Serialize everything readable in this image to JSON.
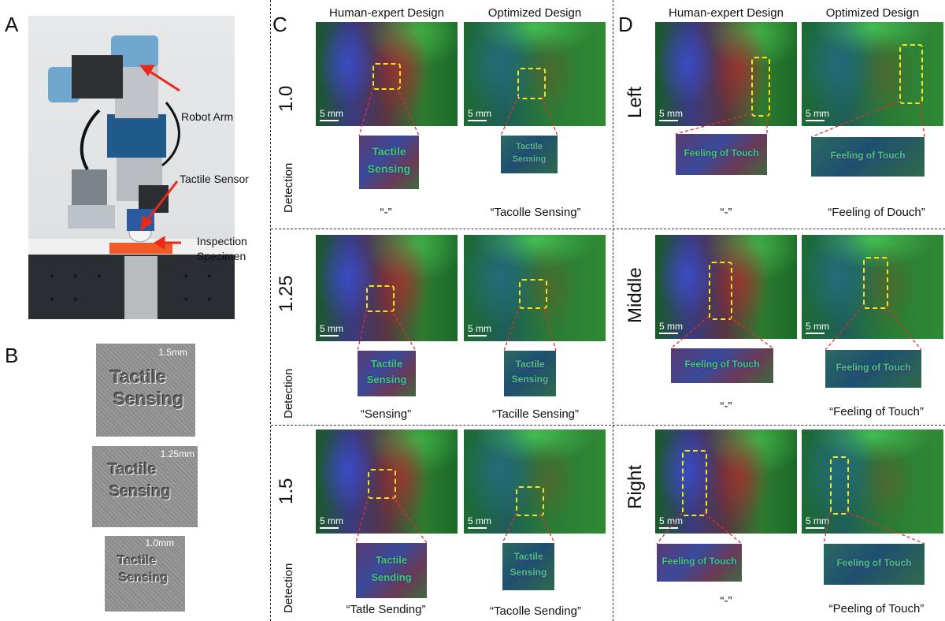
{
  "panels": {
    "a": "A",
    "b": "B",
    "c": "C",
    "d": "D"
  },
  "headers": {
    "human": "Human-expert Design",
    "optimized": "Optimized Design"
  },
  "panel_a": {
    "robot_arm": "Robot Arm",
    "tactile_sensor": "Tactile Sensor",
    "inspection_line1": "Inspection",
    "inspection_line2": "Specimen"
  },
  "panel_b": [
    {
      "size": "1.5mm",
      "line1": "Tactile",
      "line2": "Sensing"
    },
    {
      "size": "1.25mm",
      "line1": "Tactile",
      "line2": "Sensing"
    },
    {
      "size": "1.0mm",
      "line1": "Tactile",
      "line2": "Sensing"
    }
  ],
  "scale": "5 mm",
  "detection_label": "Detection",
  "panel_c_rows": [
    {
      "label": "1.0",
      "human_result": "“-”",
      "optimized_result": "“Tacolle Sensing”"
    },
    {
      "label": "1.25",
      "human_result": "“Sensing”",
      "optimized_result": "“Tacille Sensing”"
    },
    {
      "label": "1.5",
      "human_result": "“Tatle Sending”",
      "optimized_result": "“Tacolle Sending”"
    }
  ],
  "panel_d_rows": [
    {
      "label": "Left",
      "human_result": "“-”",
      "optimized_result": "“Feeling of Douch”"
    },
    {
      "label": "Middle",
      "human_result": "“-”",
      "optimized_result": "“Feeling of Touch”"
    },
    {
      "label": "Right",
      "human_result": "“-”",
      "optimized_result": "“Peeling of Touch”"
    }
  ]
}
